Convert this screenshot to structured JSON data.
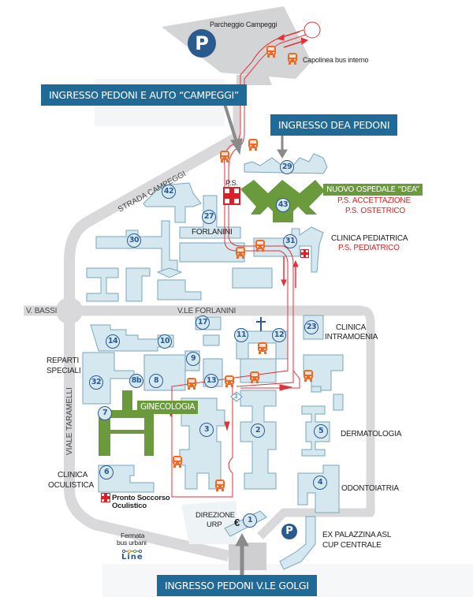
{
  "map": {
    "title": "Mappa Ospedale",
    "colors": {
      "road": "#d9d9db",
      "building": "#d6e8ef",
      "building_stroke": "#6c9bb3",
      "new_hospital": "#6a9a3c",
      "banner": "#1f6a96",
      "bus_route": "#e2323a",
      "bus": "#ee6a24",
      "parking": "#2b5a8f",
      "alert_text": "#d9231f"
    },
    "entrances": [
      {
        "id": "campeggi",
        "label": "INGRESSO PEDONI E AUTO “CAMPEGGI”"
      },
      {
        "id": "dea",
        "label": "INGRESSO DEA PEDONI"
      },
      {
        "id": "golgi",
        "label": "INGRESSO PEDONI V.LE GOLGI"
      }
    ],
    "highlights": [
      {
        "id": "dea",
        "label": "NUOVO OSPEDALE “DEA”"
      },
      {
        "id": "ginecologia",
        "label": "GINECOLOGIA"
      }
    ],
    "streets": {
      "strada_campeggi": "STRADA CAMPEGGI",
      "v_bassi": "V. BASSI",
      "vle_forlanini": "V.LE FORLANINI",
      "viale_taramelli": "VIALE TARAMELLI"
    },
    "places": {
      "parcheggio": "Parcheggio Campeggi",
      "capolinea": "Capolinea bus interno",
      "ps_short": "P.S.",
      "ps_accettazione": "P.S. ACCETTAZIONE",
      "ps_ostetrico": "P.S. OSTETRICO",
      "forlanini": "FORLANINI",
      "clinica_pediatrica": "CLINICA PEDIATRICA",
      "ps_pediatrico": "P.S. PEDIATRICO",
      "clinica_intramoenia_1": "CLINICA",
      "clinica_intramoenia_2": "INTRAMOENIA",
      "reparti_speciali_1": "REPARTI",
      "reparti_speciali_2": "SPECIALI",
      "dermatologia": "DERMATOLOGIA",
      "odontoiatria": "ODONTOIATRIA",
      "clinica_oculistica_1": "CLINICA",
      "clinica_oculistica_2": "OCULISTICA",
      "pronto_soccorso_oculistico_1": "Pronto Soccorso",
      "pronto_soccorso_oculistico_2": "Oculistico",
      "direzione_1": "DIREZIONE",
      "direzione_2": "URP",
      "fermata_1": "Fermata",
      "fermata_2": "bus urbani",
      "line_logo": "Line",
      "ex_palazzina_1": "EX PALAZZINA ASL",
      "ex_palazzina_2": "CUP CENTRALE",
      "euro": "€",
      "parking_letter": "P"
    },
    "building_numbers": [
      "29",
      "42",
      "43",
      "27",
      "30",
      "31",
      "17",
      "11",
      "12",
      "23",
      "14",
      "10",
      "9",
      "32",
      "8b",
      "8",
      "13",
      "7",
      "3",
      "2",
      "5",
      "6",
      "4",
      "1"
    ],
    "diamond_marker": "3"
  }
}
